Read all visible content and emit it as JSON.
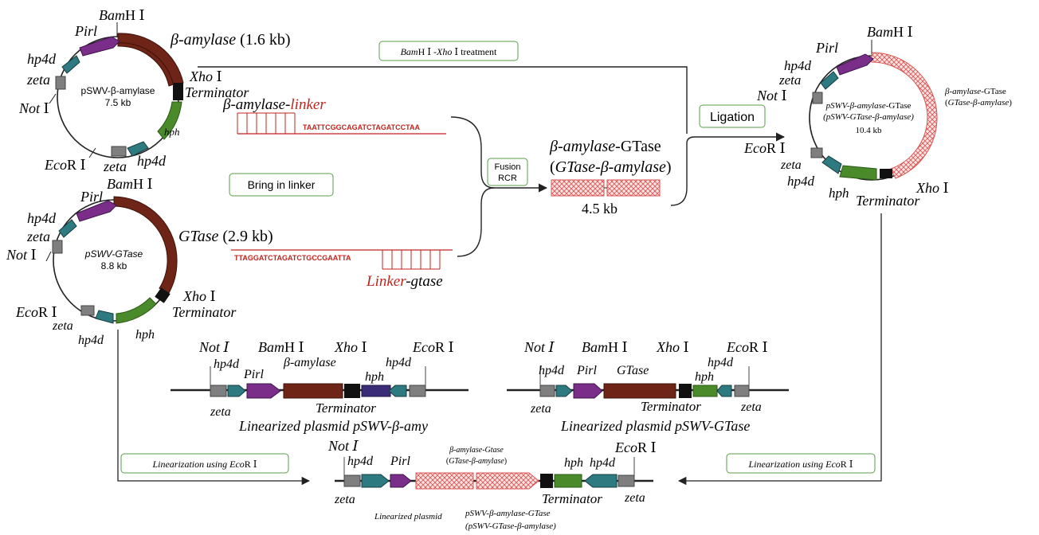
{
  "colors": {
    "zeta": "#7f7f7f",
    "hp4d": "#2d7a80",
    "pirl": "#7a2e8a",
    "beta_amylase": "#6e2518",
    "gtase": "#6e2518",
    "terminator": "#111111",
    "hph": "#4a8a2a",
    "hph_blue": "#3b2c78",
    "fusion_fill": "#f4b3b3",
    "fusion_stroke": "#d9534f",
    "linker_red": "#c0241c",
    "box_border": "#5a9e4a"
  },
  "plasmid_top": {
    "name_l1": "pSWV-β-amylase",
    "size": "7.5 kb",
    "bamhi_a": "Bam",
    "bamhi_b": "H Ⅰ",
    "pirl": "Pirl",
    "hp4d_top": "hp4d",
    "zeta_top": "zeta",
    "noti_a": "Not",
    "noti_b": " Ⅰ",
    "gene_a": "β-amylase",
    "gene_b": " (1.6 kb)",
    "xhoi_a": "Xho",
    "xhoi_b": " Ⅰ",
    "terminator": "Terminator",
    "hph": "hph",
    "hp4d_bottom": "hp4d",
    "zeta_bottom": "zeta",
    "ecori_a": "Eco",
    "ecori_b": "R Ⅰ"
  },
  "plasmid_mid": {
    "name": "pSWV-GTase",
    "size": "8.8 kb",
    "bamhi_a": "Bam",
    "bamhi_b": "H Ⅰ",
    "pirl": "Pirl",
    "hp4d_top": "hp4d",
    "zeta_top": "zeta",
    "noti_a": "Not",
    "noti_b": " Ⅰ",
    "gene_a": "GTase",
    "gene_b": " (2.9 kb)",
    "xhoi_a": "Xho",
    "xhoi_b": " Ⅰ",
    "terminator": "Terminator",
    "hph": "hph",
    "hp4d_bottom": "hp4d",
    "zeta_bottom": "zeta",
    "ecori_a": "Eco",
    "ecori_b": "R Ⅰ"
  },
  "plasmid_right": {
    "name_l1a": "pSWV-β-amylase-",
    "name_l1b": "GTase",
    "name_l2": "(pSWV-GTase-β-amylase)",
    "size": "10.4 kb",
    "bamhi_a": "Bam",
    "bamhi_b": "H Ⅰ",
    "pirl": "Pirl",
    "hp4d_top": "hp4d",
    "zeta_top": "zeta",
    "noti_a": "Not",
    "noti_b": " Ⅰ",
    "gene_l1a": "β-amylase",
    "gene_l1b": "-GTase",
    "gene_l2a": "(",
    "gene_l2b": "GTase-β-amylase",
    "gene_l2c": ")",
    "ecori_a": "Eco",
    "ecori_b": "R Ⅰ",
    "zeta_bottom": "zeta",
    "hp4d_bottom": "hp4d",
    "hph": "hph",
    "xhoi_a": "Xho",
    "xhoi_b": " Ⅰ",
    "terminator": "Terminator"
  },
  "process": {
    "treatment_a": "Bam",
    "treatment_b": "H Ⅰ -",
    "treatment_c": "Xho",
    "treatment_d": " Ⅰ treatment",
    "bring_linker": "Bring in linker",
    "fusion_l1": "Fusion",
    "fusion_l2": "RCR",
    "ligation": "Ligation",
    "linker1_a": "β-amylase-",
    "linker1_b": "linker",
    "linker1_seq": "TAATTCGGCAGATCTAGATCCTAA",
    "linker2_seq": "TTAGGATCTAGATCTGCCGAATTA",
    "linker2_a": "Linker",
    "linker2_b": "-gtase",
    "fusion_title_a": "β-amylase",
    "fusion_title_b": "-GTase",
    "fusion_sub_a": "(",
    "fusion_sub_b": "GTase-β-amylase",
    "fusion_sub_c": ")",
    "fusion_size": "4.5 kb",
    "linearize_left_a": "Linearization using ",
    "linearize_left_b": "Eco",
    "linearize_left_c": "R Ⅰ",
    "linearize_right_a": "Linearization using ",
    "linearize_right_b": "Eco",
    "linearize_right_c": "R Ⅰ"
  },
  "linear_left": {
    "noti": "Not Ⅰ",
    "bamhi_a": "Bam",
    "bamhi_b": "H Ⅰ",
    "xhoi_a": "Xho",
    "xhoi_b": " Ⅰ",
    "ecori_a": "Eco",
    "ecori_b": "R Ⅰ",
    "hp4d": "hp4d",
    "pirl": "Pirl",
    "gene": "β-amylase",
    "hph": "hph",
    "hp4d2": "hp4d",
    "zeta": "zeta",
    "terminator": "Terminator",
    "caption": "Linearized plasmid pSWV-β-amy"
  },
  "linear_right": {
    "noti": "Not Ⅰ",
    "bamhi_a": "Bam",
    "bamhi_b": "H Ⅰ",
    "xhoi_a": "Xho",
    "xhoi_b": " Ⅰ",
    "ecori_a": "Eco",
    "ecori_b": "R Ⅰ",
    "hp4d": "hp4d",
    "pirl": "Pirl",
    "gene": "GTase",
    "hph": "hph",
    "hp4d2": "hp4d",
    "zeta": "zeta",
    "terminator": "Terminator",
    "zeta2": "zeta",
    "caption": "Linearized plasmid pSWV-GTase"
  },
  "linear_bottom": {
    "noti": "Not Ⅰ",
    "ecori_a": "Eco",
    "ecori_b": "R Ⅰ",
    "hp4d": "hp4d",
    "pirl": "Pirl",
    "gene_l1a": "β-amylase-Gtase",
    "gene_l2a": "(",
    "gene_l2b": "GTase-β-amylase",
    "gene_l2c": ")",
    "hph": "hph",
    "hp4d2": "hp4d",
    "zeta": "zeta",
    "terminator": "Terminator",
    "zeta2": "zeta",
    "caption_a": "Linearized plasmid",
    "caption_b": "pSWV-β-amylase-GTase",
    "caption_c": "(pSWV-GTase-β-amylase)"
  }
}
